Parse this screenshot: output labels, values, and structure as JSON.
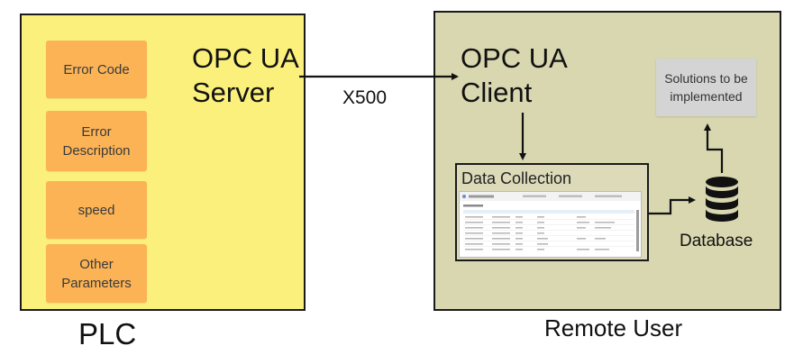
{
  "plc": {
    "params": [
      "Error Code",
      "Error\nDescription",
      "speed",
      "Other\nParameters"
    ],
    "server_label": "OPC UA\nServer",
    "caption": "PLC"
  },
  "link_label": "X500",
  "remote": {
    "client_label": "OPC UA\nClient",
    "solutions_label": "Solutions to be\nimplemented",
    "data_collection_title": "Data Collection",
    "database_label": "Database",
    "caption": "Remote User"
  },
  "colors": {
    "plc_fill": "#fbf07c",
    "param_fill": "#fbb356",
    "remote_fill": "#d8d7b0",
    "solutions_fill": "#d4d4d4"
  }
}
